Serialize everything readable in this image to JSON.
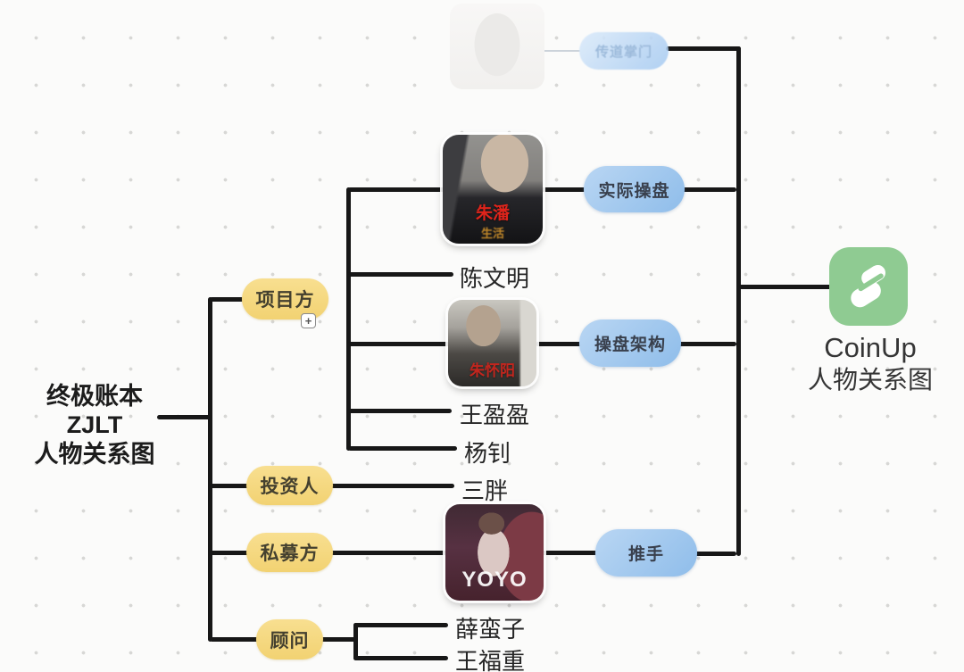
{
  "root": {
    "lines": [
      "终极账本",
      "ZJLT",
      "人物关系图"
    ]
  },
  "groups": {
    "project": {
      "label": "项目方"
    },
    "investor": {
      "label": "投资人"
    },
    "private_fund": {
      "label": "私募方"
    },
    "advisor": {
      "label": "顾问"
    }
  },
  "expand_button": {
    "label": "+"
  },
  "roles": {
    "faded_leader": {
      "label": "传道掌门"
    },
    "actual_trader": {
      "label": "实际操盘"
    },
    "trading_structure": {
      "label": "操盘架构"
    },
    "promoter": {
      "label": "推手"
    }
  },
  "people": {
    "zhu_pan": {
      "photo_caption": "朱潘",
      "photo_watermark": "生活"
    },
    "chen_wenming": {
      "label": "陈文明"
    },
    "zhu_huaiyang": {
      "photo_caption": "朱怀阳"
    },
    "wang_yingying": {
      "label": "王盈盈"
    },
    "yang_zhao": {
      "label": "杨钊"
    },
    "san_pang": {
      "label": "三胖"
    },
    "yoyo": {
      "photo_caption": "YOYO"
    },
    "xue_manzi": {
      "label": "薛蛮子"
    },
    "wang_fuzhong": {
      "label": "王福重"
    }
  },
  "coinup": {
    "name": "CoinUp",
    "subtitle": "人物关系图"
  },
  "colors": {
    "group_fill": "#F5D87E",
    "role_fill": "#9CC6EF",
    "line": "#171717",
    "coinup_green": "#8FCB92"
  }
}
